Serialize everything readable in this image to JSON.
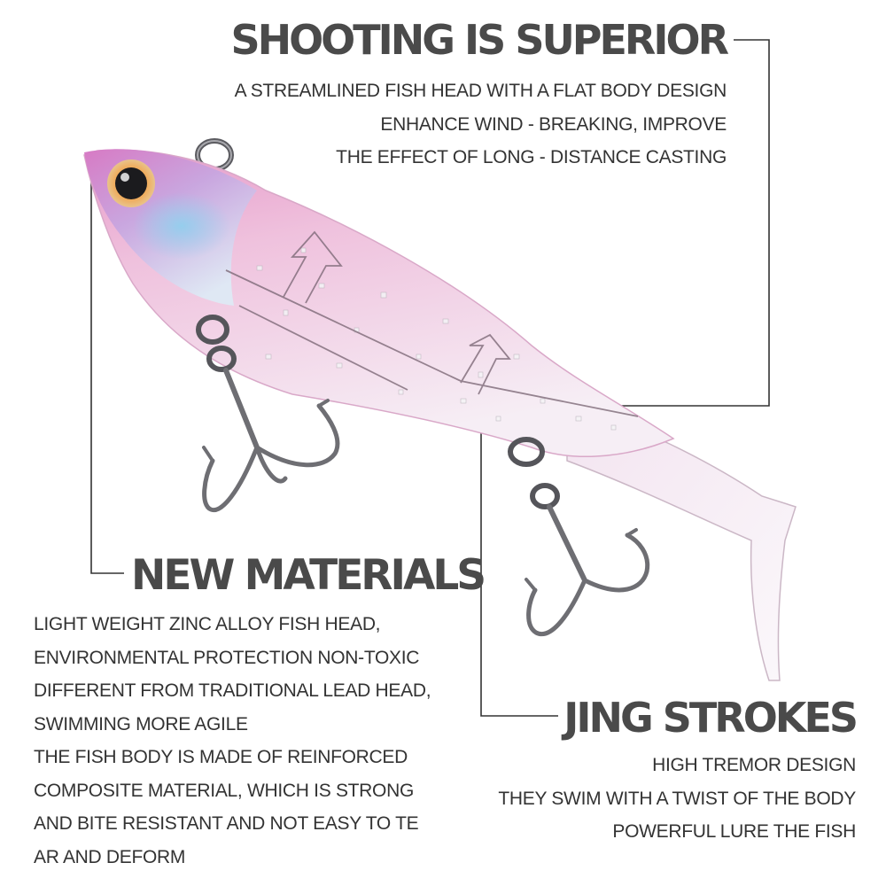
{
  "shooting": {
    "title": "SHOOTING IS SUPERIOR",
    "lines": [
      "A STREAMLINED FISH HEAD WITH A FLAT BODY DESIGN",
      "ENHANCE WIND - BREAKING, IMPROVE",
      "THE EFFECT OF LONG - DISTANCE CASTING"
    ]
  },
  "materials": {
    "title": "NEW MATERIALS",
    "lines": [
      "LIGHT WEIGHT ZINC ALLOY FISH HEAD,",
      "ENVIRONMENTAL PROTECTION NON-TOXIC",
      "DIFFERENT FROM TRADITIONAL LEAD HEAD,",
      "SWIMMING MORE AGILE",
      "THE FISH BODY IS MADE OF REINFORCED",
      "COMPOSITE MATERIAL, WHICH IS STRONG",
      "AND BITE RESISTANT AND NOT EASY TO TE",
      "AR AND DEFORM"
    ]
  },
  "strokes": {
    "title": "JING STROKES",
    "lines": [
      "HIGH TREMOR DESIGN",
      "THEY SWIM WITH A TWIST OF THE BODY",
      "POWERFUL LURE THE FISH"
    ]
  },
  "colors": {
    "heading": "#4a4a4a",
    "text": "#333333",
    "lure_pink": "#d88ac8",
    "lure_blue": "#9fd3ee",
    "hook": "#6e6e73"
  }
}
